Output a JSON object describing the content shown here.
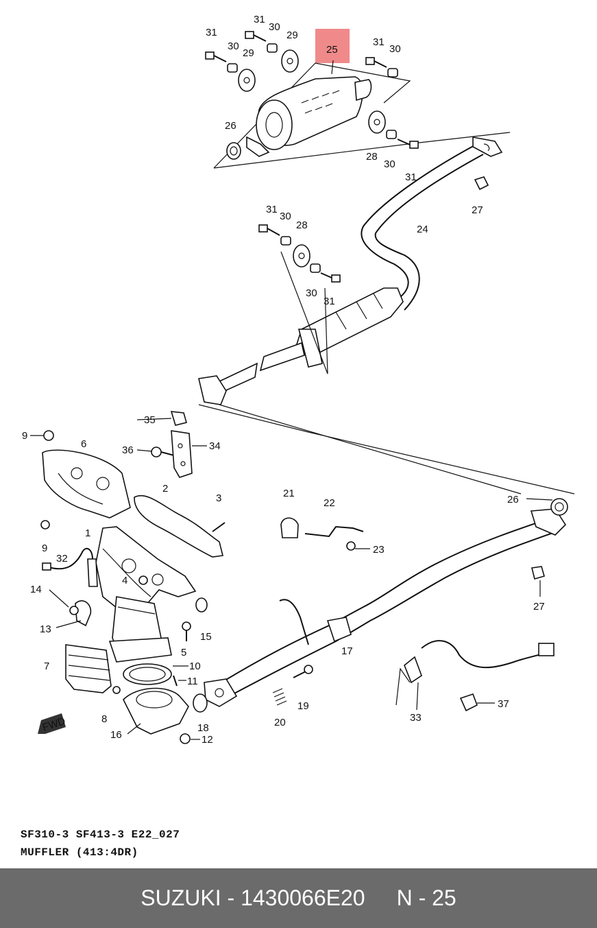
{
  "callouts": [
    {
      "id": "c31a",
      "text": "31"
    },
    {
      "id": "c30a",
      "text": "30"
    },
    {
      "id": "c31b",
      "text": "31"
    },
    {
      "id": "c30b",
      "text": "30"
    },
    {
      "id": "c29a",
      "text": "29"
    },
    {
      "id": "c29b",
      "text": "29"
    },
    {
      "id": "c25",
      "text": "25"
    },
    {
      "id": "c31c",
      "text": "31"
    },
    {
      "id": "c30c",
      "text": "30"
    },
    {
      "id": "c26a",
      "text": "26"
    },
    {
      "id": "c28a",
      "text": "28"
    },
    {
      "id": "c30d",
      "text": "30"
    },
    {
      "id": "c31d",
      "text": "31"
    },
    {
      "id": "c27a",
      "text": "27"
    },
    {
      "id": "c24",
      "text": "24"
    },
    {
      "id": "c31e",
      "text": "31"
    },
    {
      "id": "c30e",
      "text": "30"
    },
    {
      "id": "c28b",
      "text": "28"
    },
    {
      "id": "c30f",
      "text": "30"
    },
    {
      "id": "c31f",
      "text": "31"
    },
    {
      "id": "c35",
      "text": "35"
    },
    {
      "id": "c9a",
      "text": "9"
    },
    {
      "id": "c6",
      "text": "6"
    },
    {
      "id": "c36",
      "text": "36"
    },
    {
      "id": "c34",
      "text": "34"
    },
    {
      "id": "c2",
      "text": "2"
    },
    {
      "id": "c3",
      "text": "3"
    },
    {
      "id": "c1",
      "text": "1"
    },
    {
      "id": "c9b",
      "text": "9"
    },
    {
      "id": "c32",
      "text": "32"
    },
    {
      "id": "c4",
      "text": "4"
    },
    {
      "id": "c14",
      "text": "14"
    },
    {
      "id": "c13",
      "text": "13"
    },
    {
      "id": "c5",
      "text": "5"
    },
    {
      "id": "c15",
      "text": "15"
    },
    {
      "id": "c7",
      "text": "7"
    },
    {
      "id": "c10",
      "text": "10"
    },
    {
      "id": "c11",
      "text": "11"
    },
    {
      "id": "c8",
      "text": "8"
    },
    {
      "id": "c16",
      "text": "16"
    },
    {
      "id": "c12",
      "text": "12"
    },
    {
      "id": "c18",
      "text": "18"
    },
    {
      "id": "c20",
      "text": "20"
    },
    {
      "id": "c19",
      "text": "19"
    },
    {
      "id": "c17",
      "text": "17"
    },
    {
      "id": "c21",
      "text": "21"
    },
    {
      "id": "c22",
      "text": "22"
    },
    {
      "id": "c23",
      "text": "23"
    },
    {
      "id": "c26b",
      "text": "26"
    },
    {
      "id": "c27b",
      "text": "27"
    },
    {
      "id": "c33",
      "text": "33"
    },
    {
      "id": "c37",
      "text": "37"
    }
  ],
  "fwd_label": "FWD",
  "highlight_color": "#f08a8a",
  "caption": {
    "line1": "SF310-3  SF413-3  E22_027",
    "line2": "MUFFLER (413:4DR)"
  },
  "footer": {
    "brand_part": "SUZUKI - 1430066E20",
    "ref": "N - 25"
  }
}
